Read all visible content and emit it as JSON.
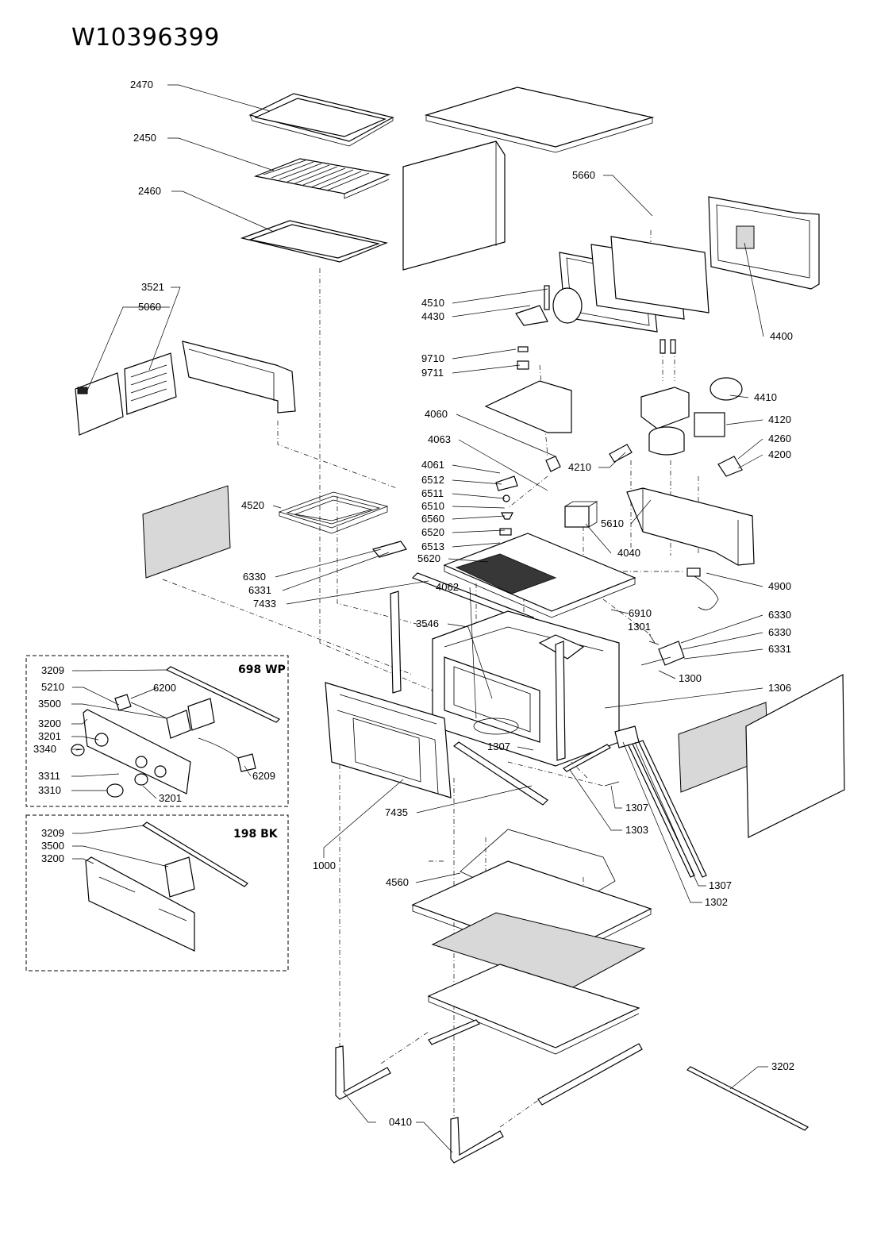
{
  "title": "W10396399",
  "boxes": [
    {
      "title": "698 WP"
    },
    {
      "title": "198 BK"
    }
  ],
  "labels": [
    {
      "text": "2470"
    },
    {
      "text": "2450"
    },
    {
      "text": "2460"
    },
    {
      "text": "5660"
    },
    {
      "text": "4510"
    },
    {
      "text": "4430"
    },
    {
      "text": "4400"
    },
    {
      "text": "3521"
    },
    {
      "text": "5060"
    },
    {
      "text": "9710"
    },
    {
      "text": "9711"
    },
    {
      "text": "4410"
    },
    {
      "text": "4120"
    },
    {
      "text": "4060"
    },
    {
      "text": "4063"
    },
    {
      "text": "4210"
    },
    {
      "text": "4260"
    },
    {
      "text": "4200"
    },
    {
      "text": "4061"
    },
    {
      "text": "6512"
    },
    {
      "text": "6511"
    },
    {
      "text": "6510"
    },
    {
      "text": "6560"
    },
    {
      "text": "6520"
    },
    {
      "text": "6513"
    },
    {
      "text": "5620"
    },
    {
      "text": "4520"
    },
    {
      "text": "5610"
    },
    {
      "text": "4040"
    },
    {
      "text": "6330"
    },
    {
      "text": "6331"
    },
    {
      "text": "7433"
    },
    {
      "text": "4900"
    },
    {
      "text": "4062"
    },
    {
      "text": "3546"
    },
    {
      "text": "6910"
    },
    {
      "text": "1301"
    },
    {
      "text": "6330"
    },
    {
      "text": "6330"
    },
    {
      "text": "6331"
    },
    {
      "text": "1300"
    },
    {
      "text": "1306"
    },
    {
      "text": "3209"
    },
    {
      "text": "5210"
    },
    {
      "text": "6200"
    },
    {
      "text": "3500"
    },
    {
      "text": "3200"
    },
    {
      "text": "3201"
    },
    {
      "text": "3340"
    },
    {
      "text": "3311"
    },
    {
      "text": "3310"
    },
    {
      "text": "3201"
    },
    {
      "text": "6209"
    },
    {
      "text": "1307"
    },
    {
      "text": "7435"
    },
    {
      "text": "1307"
    },
    {
      "text": "1303"
    },
    {
      "text": "1000"
    },
    {
      "text": "3209"
    },
    {
      "text": "3500"
    },
    {
      "text": "3200"
    },
    {
      "text": "4560"
    },
    {
      "text": "1307"
    },
    {
      "text": "1302"
    },
    {
      "text": "3202"
    },
    {
      "text": "0410"
    }
  ]
}
